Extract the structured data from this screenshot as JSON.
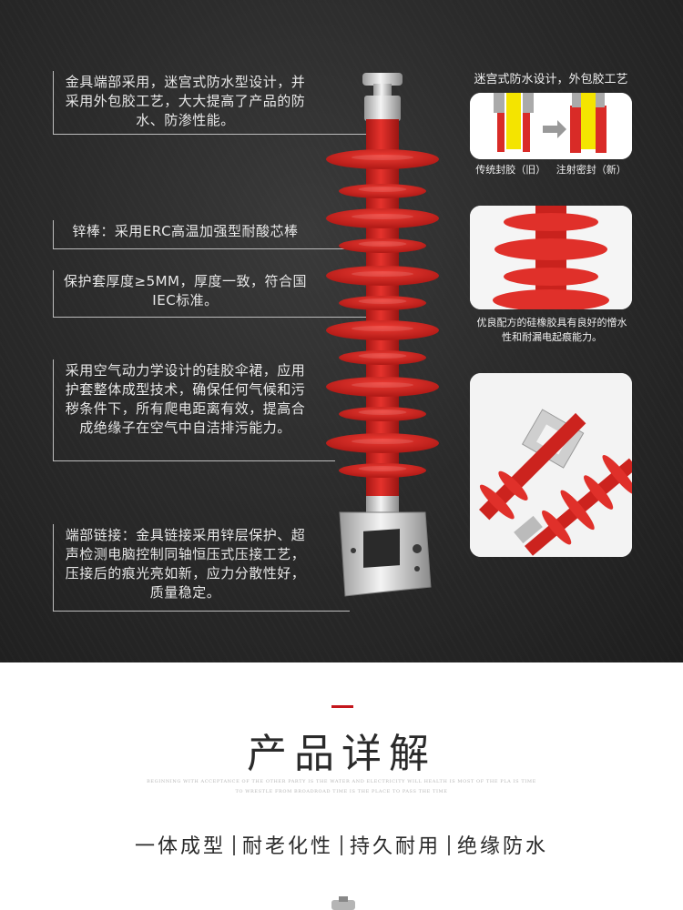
{
  "callouts": [
    {
      "text": "金具端部采用，迷宫式防水型设计，并采用外包胶工艺，大大提高了产品的防水、防渗性能。"
    },
    {
      "text": "锌棒：采用ERC高温加强型耐酸芯棒"
    },
    {
      "text": "保护套厚度≥5MM，厚度一致，符合国IEC标准。"
    },
    {
      "text": "采用空气动力学设计的硅胶伞裙，应用护套整体成型技术，确保任何气候和污秽条件下，所有爬电距离有效，提高合成绝缘子在空气中自洁排污能力。"
    },
    {
      "text": "端部链接：金具链接采用锌层保护、超声检测电脑控制同轴恒压式压接工艺，压接后的痕光亮如新，应力分散性好，质量稳定。"
    }
  ],
  "right_panel": {
    "caption_top": "迷宫式防水设计，外包胶工艺",
    "label_old": "传统封胶（旧）",
    "label_new": "注射密封（新）",
    "caption_mid": "优良配方的硅橡胶具有良好的憎水性和耐漏电起痕能力。"
  },
  "section": {
    "title": "产品详解",
    "subtitle_1": "BEGINNING WITH ACCEPTANCE OF THE OTHER PARTY IS THE WATER AND ELECTRICITY WILL HEALTH IS MOST OF THE PLA IS TIME",
    "subtitle_2": "TO WRESTLE FROM BROADROAD TIME IS THE PLACE TO PASS THE TIME",
    "features": [
      "一体成型",
      "耐老化性",
      "持久耐用",
      "绝缘防水"
    ]
  },
  "colors": {
    "accent_red": "#c4161c",
    "rubber_red": "#d92b27",
    "dark_bg": "#2b2b2b"
  }
}
